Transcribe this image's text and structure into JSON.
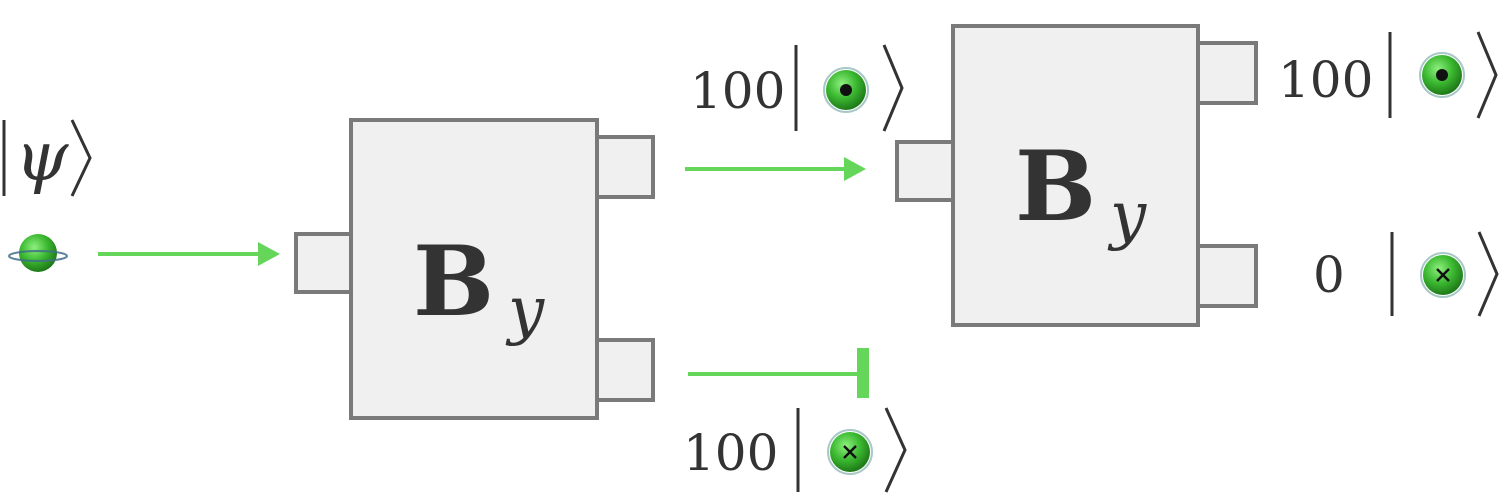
{
  "input_state": {
    "label_psi": "ψ"
  },
  "device_1": {
    "main_label": "B",
    "subscript": "y"
  },
  "device_2": {
    "main_label": "B",
    "subscript": "y"
  },
  "outputs": {
    "device1_upper_count": "100",
    "device1_lower_count": "100",
    "device2_upper_count": "100",
    "device2_lower_count": "0"
  },
  "colors": {
    "beam": "#66d65a",
    "box_fill": "#f0f0f0",
    "box_stroke": "#7a7a7a",
    "text": "#333333",
    "particle": "#37a82f"
  },
  "icons": {
    "spin_up": "dot-in-circle-icon",
    "spin_down": "cross-in-circle-icon",
    "input_particle": "particle-with-ring-icon"
  }
}
